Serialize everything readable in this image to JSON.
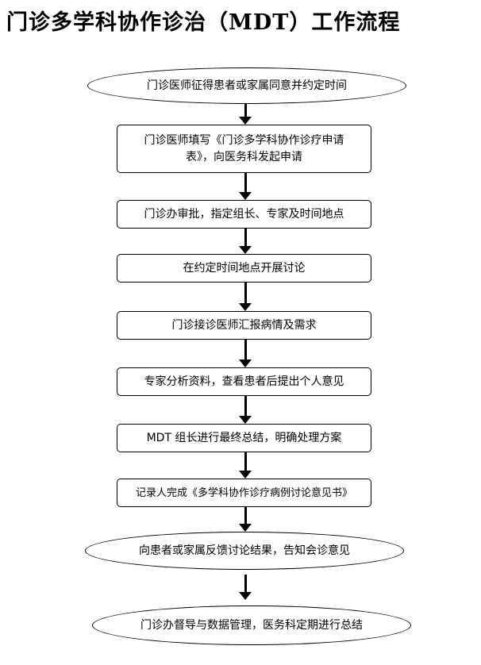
{
  "title": "门诊多学科协作诊治（MDT）工作流程",
  "steps": [
    {
      "shape": "ellipse",
      "text": "门诊医师征得患者或家属同意并约定时间"
    },
    {
      "shape": "rect",
      "lines": [
        "门诊医师填写《门诊多学科协作诊疗申请",
        "表》，向医务科发起申请"
      ]
    },
    {
      "shape": "rect",
      "text": "门诊办审批，指定组长、专家及时间地点"
    },
    {
      "shape": "rect",
      "text": "在约定时间地点开展讨论"
    },
    {
      "shape": "rect",
      "text": "门诊接诊医师汇报病情及需求"
    },
    {
      "shape": "rect",
      "text": "专家分析资料，查看患者后提出个人意见"
    },
    {
      "shape": "rect",
      "text": "MDT 组长进行最终总结，明确处理方案"
    },
    {
      "shape": "rect",
      "text": "记录人完成《多学科协作诊疗病例讨论意见书》"
    },
    {
      "shape": "ellipse",
      "text": "向患者或家属反馈讨论结果，告知会诊意见"
    },
    {
      "shape": "ellipse",
      "text": "门诊办督导与数据管理，医务科定期进行总结"
    }
  ]
}
